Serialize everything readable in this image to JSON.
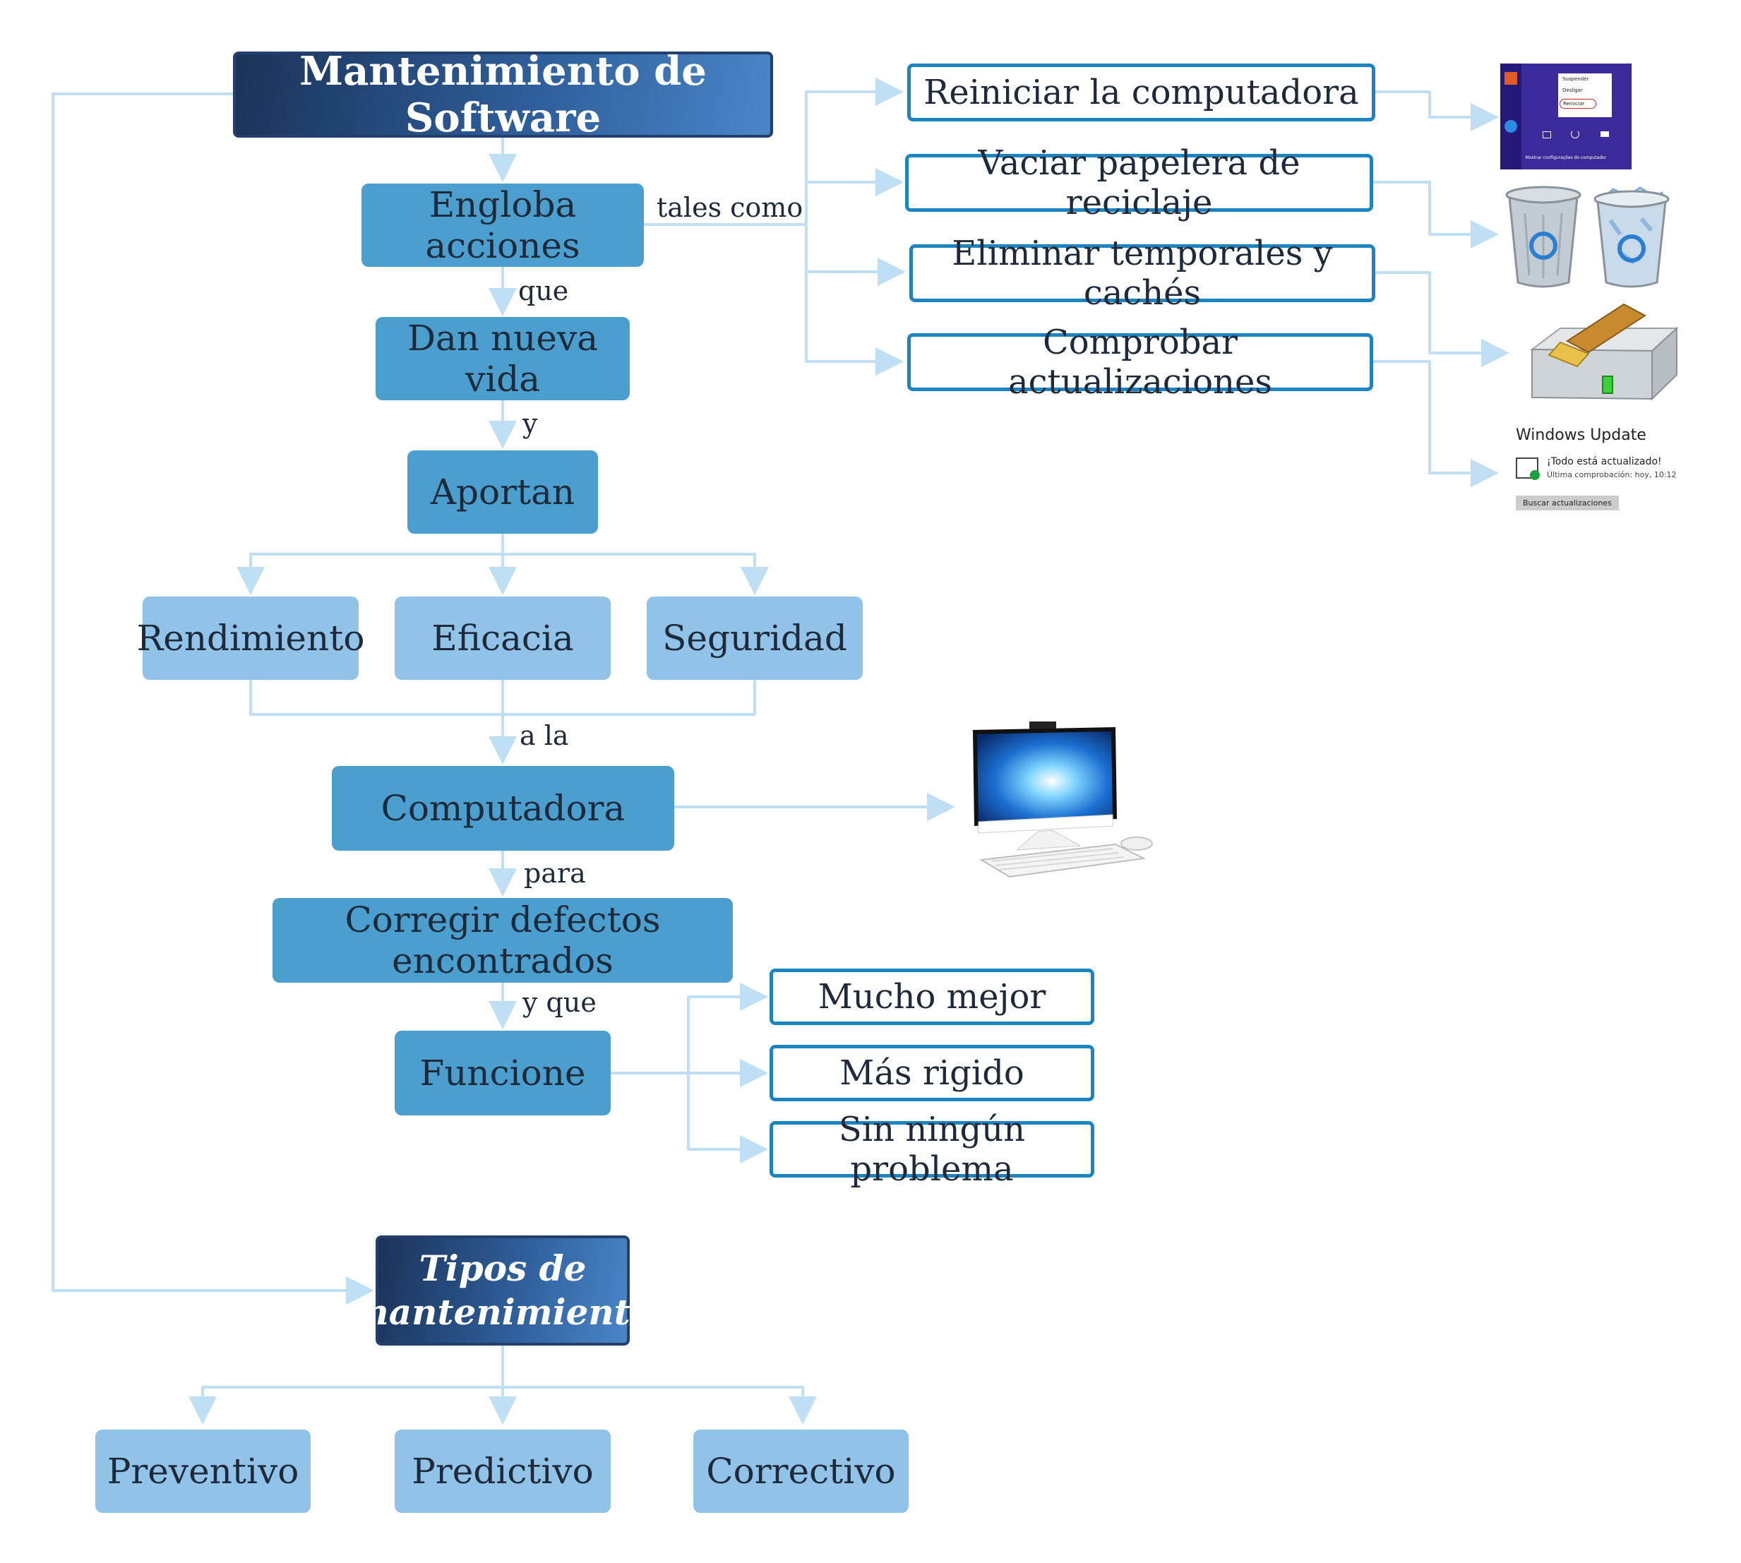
{
  "title": "Mantenimiento de Software",
  "main_chain": {
    "engloba": "Engloba acciones",
    "dan_nueva_vida": "Dan nueva vida",
    "aportan": "Aportan",
    "computadora": "Computadora",
    "corregir": "Corregir defectos encontrados",
    "funcione": "Funcione"
  },
  "connectors": {
    "tales_como": "tales como",
    "que": "que",
    "y": "y",
    "a_la": "a la",
    "para": "para",
    "y_que": "y que"
  },
  "benefits": [
    "Rendimiento",
    "Eficacia",
    "Seguridad"
  ],
  "actions": [
    "Reiniciar la computadora",
    "Vaciar papelera de reciclaje",
    "Eliminar temporales y cachés",
    "Comprobar actualizaciones"
  ],
  "outcomes": [
    "Mucho mejor",
    "Más rigido",
    "Sin ningún problema"
  ],
  "types_title": "Tipos de mantenimiento",
  "types": [
    "Preventivo",
    "Predictivo",
    "Correctivo"
  ],
  "screenshots": {
    "restart_menu": {
      "options": [
        "Suspender",
        "Desligar",
        "Reiniciar"
      ],
      "footer": "Mostrar configurações do computador"
    },
    "windows_update": {
      "title": "Windows Update",
      "status": "¡Todo está actualizado!",
      "last_check": "Última comprobación: hoy, 10:12",
      "button": "Buscar actualizaciones"
    }
  },
  "colors": {
    "connector": "#bfe0f4",
    "dark_box": "#244a7e",
    "mid_box": "#4a9fce",
    "light_box": "#91c3e8",
    "outline_border": "#1d84c2"
  }
}
